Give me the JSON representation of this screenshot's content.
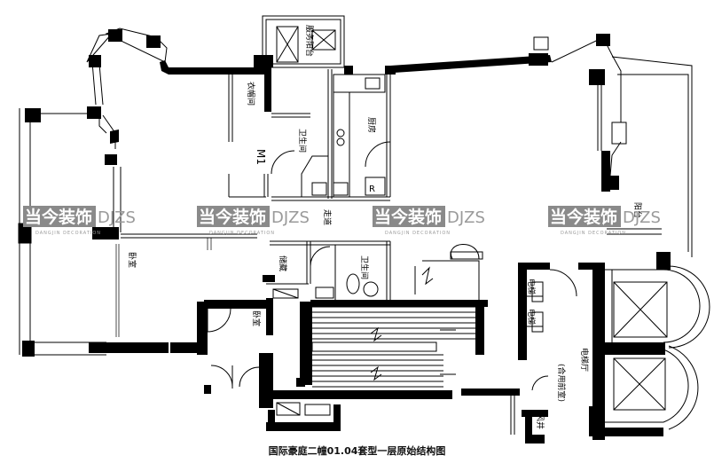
{
  "caption": "国际豪庭二幢01.04套型一层原始结构图",
  "rooms": {
    "service_balcony": "服务阳台",
    "closet": "衣帽间",
    "bathroom_upper": "卫生间",
    "kitchen": "厨房",
    "corridor": "走道",
    "door_m1": "M1",
    "balcony": "阳台",
    "bedroom_left": "卧室",
    "storage": "储藏",
    "bathroom_lower": "卫生间",
    "room_lower": "卧室",
    "elevator_top": "电梯",
    "elevator_mid": "电梯",
    "elevator_hall": "电梯厅",
    "shared_lobby": "(合用前室)",
    "tube": "风井",
    "fridge": "R"
  },
  "watermark": {
    "brand_cn": "当今装饰",
    "brand_en": "DJZS",
    "tagline": "DANGJIN DECORATION"
  }
}
